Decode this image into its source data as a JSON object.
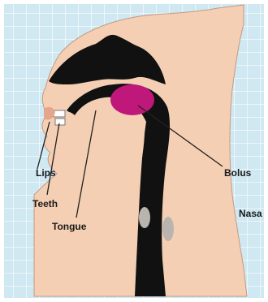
{
  "colors": {
    "grid_background": "#cfe8f2",
    "skin": "#f5cfb3",
    "airway": "#111111",
    "bolus": "#c0177a",
    "label_text": "#1a1a1a"
  },
  "labels": {
    "lips": "Lips",
    "teeth": "Teeth",
    "tongue": "Tongue",
    "bolus": "Bolus",
    "nasal": "Nasa"
  }
}
